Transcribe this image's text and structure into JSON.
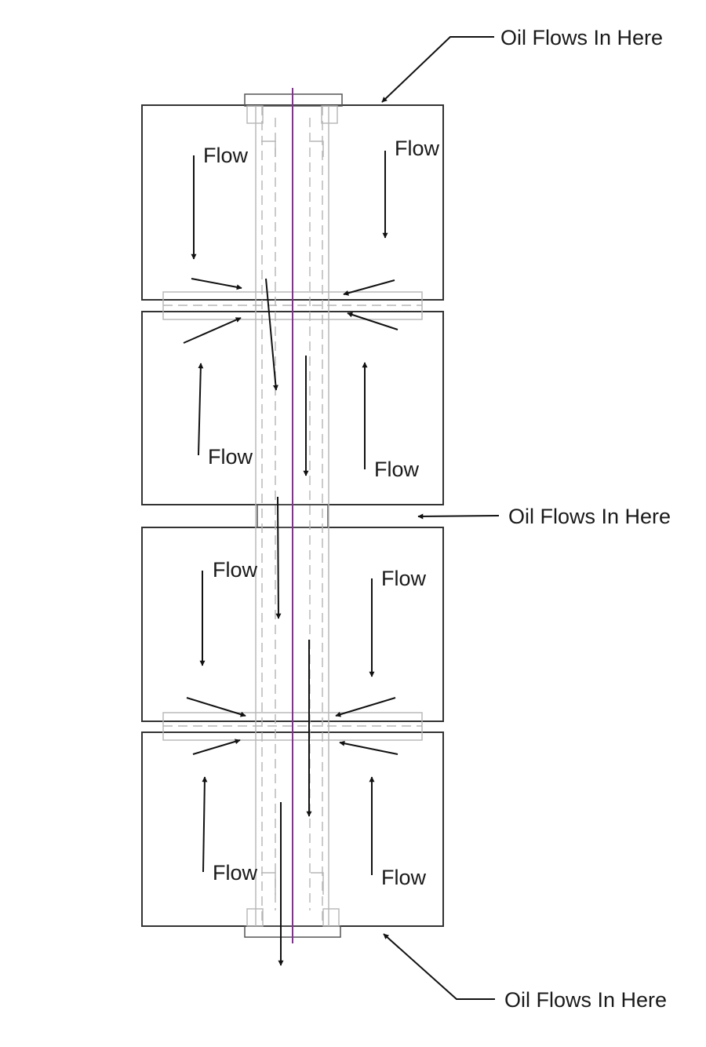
{
  "callouts": [
    {
      "id": "top",
      "text": "Oil Flows In Here"
    },
    {
      "id": "middle",
      "text": "Oil Flows In Here"
    },
    {
      "id": "bottom",
      "text": "Oil Flows In Here"
    }
  ],
  "flow_labels": [
    {
      "id": "s1-left",
      "text": "Flow"
    },
    {
      "id": "s1-right",
      "text": "Flow"
    },
    {
      "id": "s2-left",
      "text": "Flow"
    },
    {
      "id": "s2-right",
      "text": "Flow"
    },
    {
      "id": "s3-left",
      "text": "Flow"
    },
    {
      "id": "s3-right",
      "text": "Flow"
    },
    {
      "id": "s4-left",
      "text": "Flow"
    },
    {
      "id": "s4-right",
      "text": "Flow"
    }
  ],
  "colors": {
    "centerline": "#8a2d9c",
    "outline": "#333333",
    "hidden_lines": "#b5b5b5",
    "arrows": "#111111"
  }
}
